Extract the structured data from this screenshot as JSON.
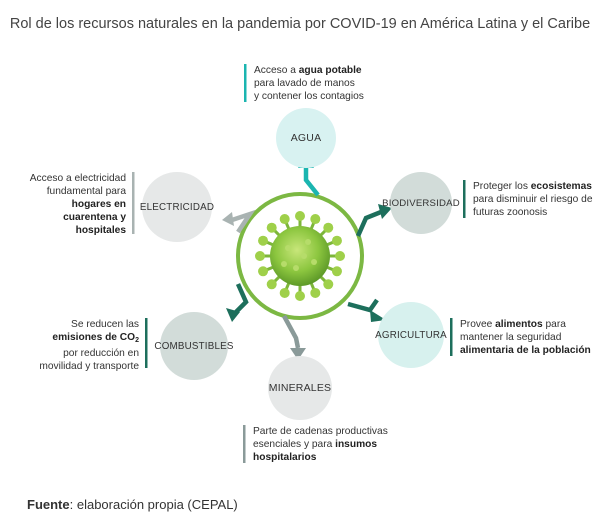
{
  "title": "Rol de los recursos naturales en la pandemia por COVID-19 en América Latina y el Caribe",
  "colors": {
    "teal": "#1bb5b0",
    "dark_green": "#1d6f5c",
    "gray": "#8a9a99",
    "light_teal": "#d8f2f1",
    "light_gray": "#e6e8e8",
    "light_sage": "#d2dcd9",
    "light_mint": "#d7f1ee",
    "virus_green": "#8cc63f"
  },
  "center": {
    "icon": "coronavirus-icon"
  },
  "nodes": {
    "agua": "AGUA",
    "biodiversidad": "BIODIVERSIDAD",
    "agricultura": "AGRICULTURA",
    "minerales": "MINERALES",
    "combustibles": "COMBUSTIBLES",
    "electricidad": "ELECTRICIDAD"
  },
  "descriptions": {
    "agua": {
      "pre": "Acceso a ",
      "bold": "agua potable",
      "post_line2": "para lavado de manos",
      "line3": "y contener los contagios"
    },
    "biodiversidad": {
      "pre": "Proteger los ",
      "bold": "ecosistemas",
      "line2": "para disminuir el riesgo de",
      "line3": "futuras zoonosis"
    },
    "agricultura": {
      "pre": "Provee ",
      "bold": "alimentos",
      "post": " para",
      "line2": "mantener la seguridad",
      "bold3": "alimentaria de la población"
    },
    "minerales": {
      "line1": "Parte de cadenas productivas",
      "pre2": "esenciales y para ",
      "bold2": "insumos",
      "bold3": "hospitalarios"
    },
    "combustibles": {
      "line1": "Se reducen las",
      "bold2": "emisiones de CO",
      "sub": "2",
      "line3": "por reducción en",
      "line4": "movilidad y transporte"
    },
    "electricidad": {
      "line1": "Acceso a electricidad",
      "line2": "fundamental para",
      "bold3": "hogares en",
      "bold4": "cuarentena y",
      "bold5": "hospitales"
    }
  },
  "source": {
    "label": "Fuente",
    "text": ": elaboración propia (CEPAL)"
  }
}
